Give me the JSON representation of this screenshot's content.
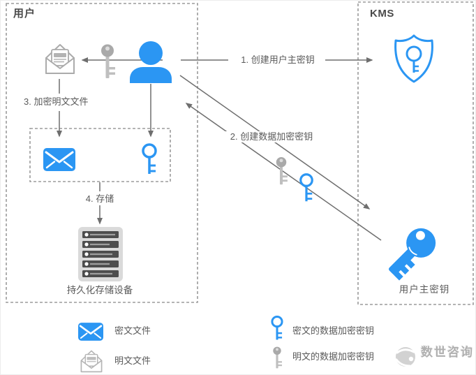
{
  "boxes": {
    "user": {
      "title": "用户"
    },
    "kms": {
      "title": "KMS"
    }
  },
  "flow": {
    "step1_label": "1. 创建用户主密钥",
    "step2_label": "2. 创建数据加密密钥",
    "step3_label": "3. 加密明文文件",
    "step4_label": "4. 存储",
    "storage_label": "持久化存储设备",
    "master_key_label": "用户主密钥"
  },
  "legend": {
    "items": [
      {
        "icon": "ciphertext-file-icon",
        "label": "密文文件"
      },
      {
        "icon": "plaintext-file-icon",
        "label": "明文文件"
      },
      {
        "icon": "ciphertext-dek-icon",
        "label": "密文的数据加密密钥"
      },
      {
        "icon": "plaintext-dek-icon",
        "label": "明文的数据加密密钥"
      }
    ]
  },
  "watermark": {
    "brand": "数世咨询"
  },
  "icons": {
    "user": "person-icon",
    "kms": "shield-key-icon",
    "master_key": "master-key-icon",
    "storage": "storage-server-icon",
    "plaintext_file": "open-envelope-icon",
    "ciphertext_file": "sealed-envelope-icon",
    "plaintext_dek": "gray-key-icon",
    "ciphertext_dek": "blue-key-icon",
    "brand": "swirl-globe-icon"
  },
  "colors": {
    "accent_blue": "#2b96f3",
    "icon_gray": "#a9a9a9",
    "line_gray": "#6e6e6e",
    "dash_gray": "#9b9b9b",
    "text_gray": "#5a5a5a",
    "storage_dark": "#4d4d4d"
  }
}
